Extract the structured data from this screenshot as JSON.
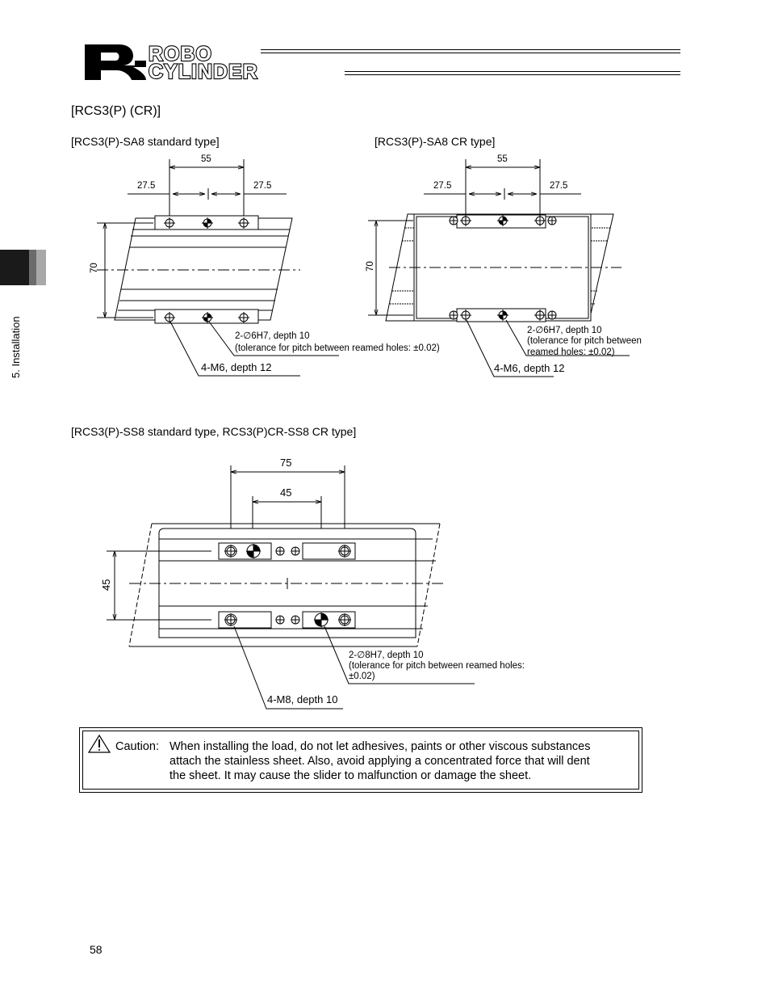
{
  "header": {
    "logo_line1": "ROBO",
    "logo_line2": "CYLINDER"
  },
  "side_tab": {
    "label": "5. Installation"
  },
  "section_title": "[RCS3(P) (CR)]",
  "fig_sa8_std": {
    "title": "[RCS3(P)-SA8 standard type]",
    "dim_top": "55",
    "dim_left": "27.5",
    "dim_right": "27.5",
    "dim_height": "70",
    "note_reamed_1": "2-∅6H7, depth 10",
    "note_reamed_2": "(tolerance for pitch between reamed holes: ±0.02)",
    "note_tap": "4-M6, depth 12"
  },
  "fig_sa8_cr": {
    "title": "[RCS3(P)-SA8 CR type]",
    "dim_top": "55",
    "dim_left": "27.5",
    "dim_right": "27.5",
    "dim_height": "70",
    "note_reamed_1": "2-∅6H7, depth 10",
    "note_reamed_2": "(tolerance for pitch between",
    "note_reamed_3": "reamed holes: ±0.02)",
    "note_tap": "4-M6, depth 12"
  },
  "fig_ss8": {
    "title": "[RCS3(P)-SS8 standard type, RCS3(P)CR-SS8 CR type]",
    "dim_outer": "75",
    "dim_inner": "45",
    "dim_height": "45",
    "note_reamed_1": "2-∅8H7, depth 10",
    "note_reamed_2": "(tolerance for pitch between reamed holes:",
    "note_reamed_3": "±0.02)",
    "note_tap": "4-M8, depth 10"
  },
  "caution": {
    "label": "Caution:",
    "line1": "When installing the load, do not let adhesives, paints or other viscous substances",
    "line2": "attach the stainless sheet. Also, avoid applying a concentrated force that will dent",
    "line3": "the sheet. It may cause the slider to malfunction or damage the sheet."
  },
  "page_number": "58"
}
